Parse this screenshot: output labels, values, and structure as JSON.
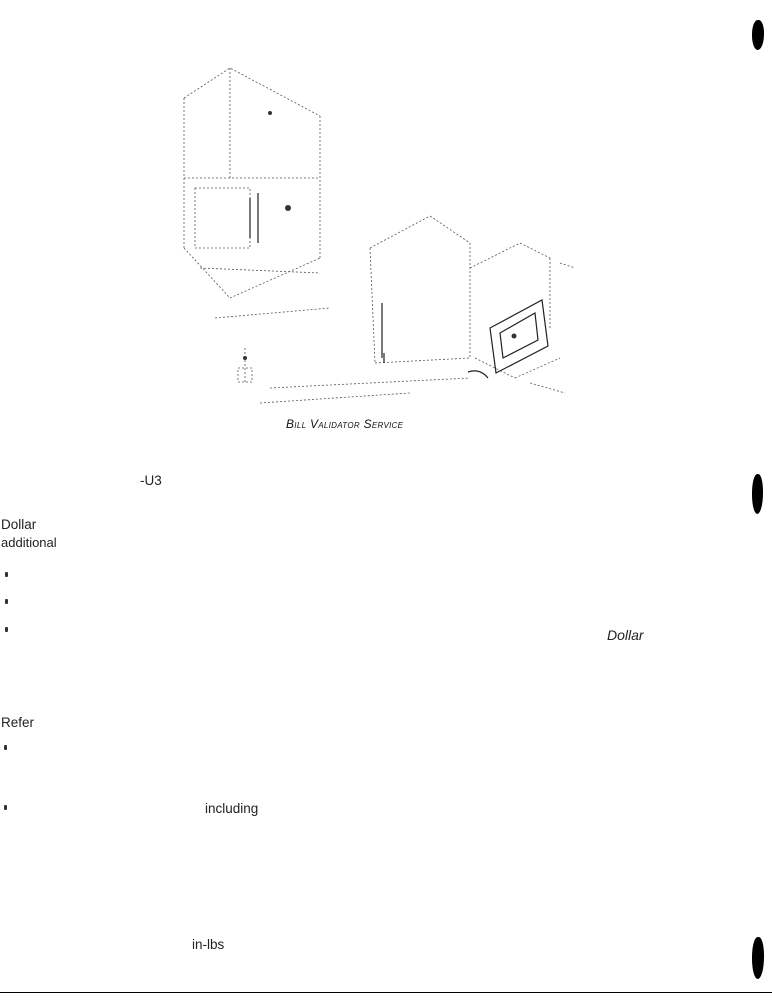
{
  "figure": {
    "caption": "Bill Validator Service"
  },
  "text_fragments": {
    "u3": "-U3",
    "dollar": "Dollar",
    "additional": "additional",
    "dollar_right": "Dollar",
    "refer": "Refer",
    "including": "including",
    "in_lbs": "in-lbs"
  }
}
